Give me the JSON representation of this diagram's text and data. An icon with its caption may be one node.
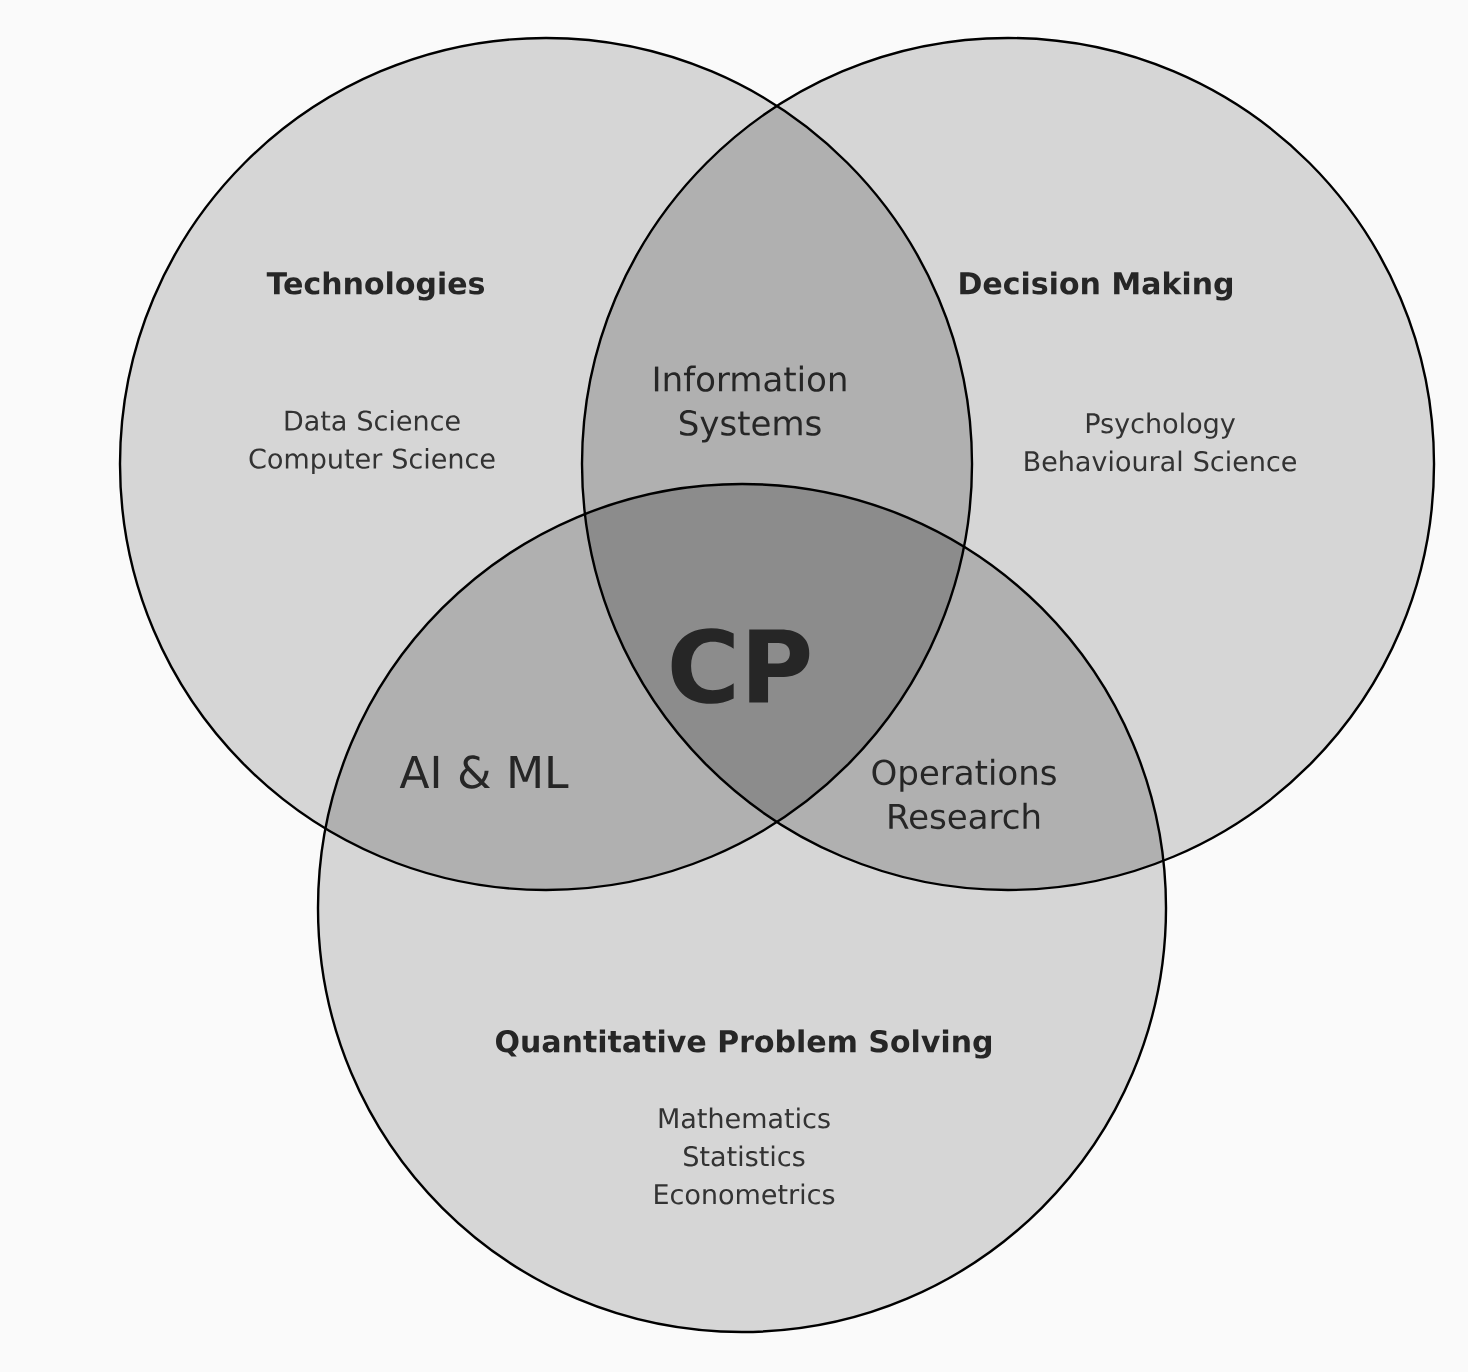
{
  "diagram": {
    "nodes": [
      {
        "text": [
          "Technologies",
          "Data Science Computer Science"
        ]
      },
      {
        "text": [
          "Decision Making",
          "Psychology Behavioural Science"
        ]
      },
      {
        "text": [
          "Quantitative Problem Solving",
          "Mathematics Statistics Econometrics"
        ]
      }
    ],
    "labels": [
      "Information Systems",
      "CP",
      "AI & ML",
      "Operations Research"
    ]
  }
}
